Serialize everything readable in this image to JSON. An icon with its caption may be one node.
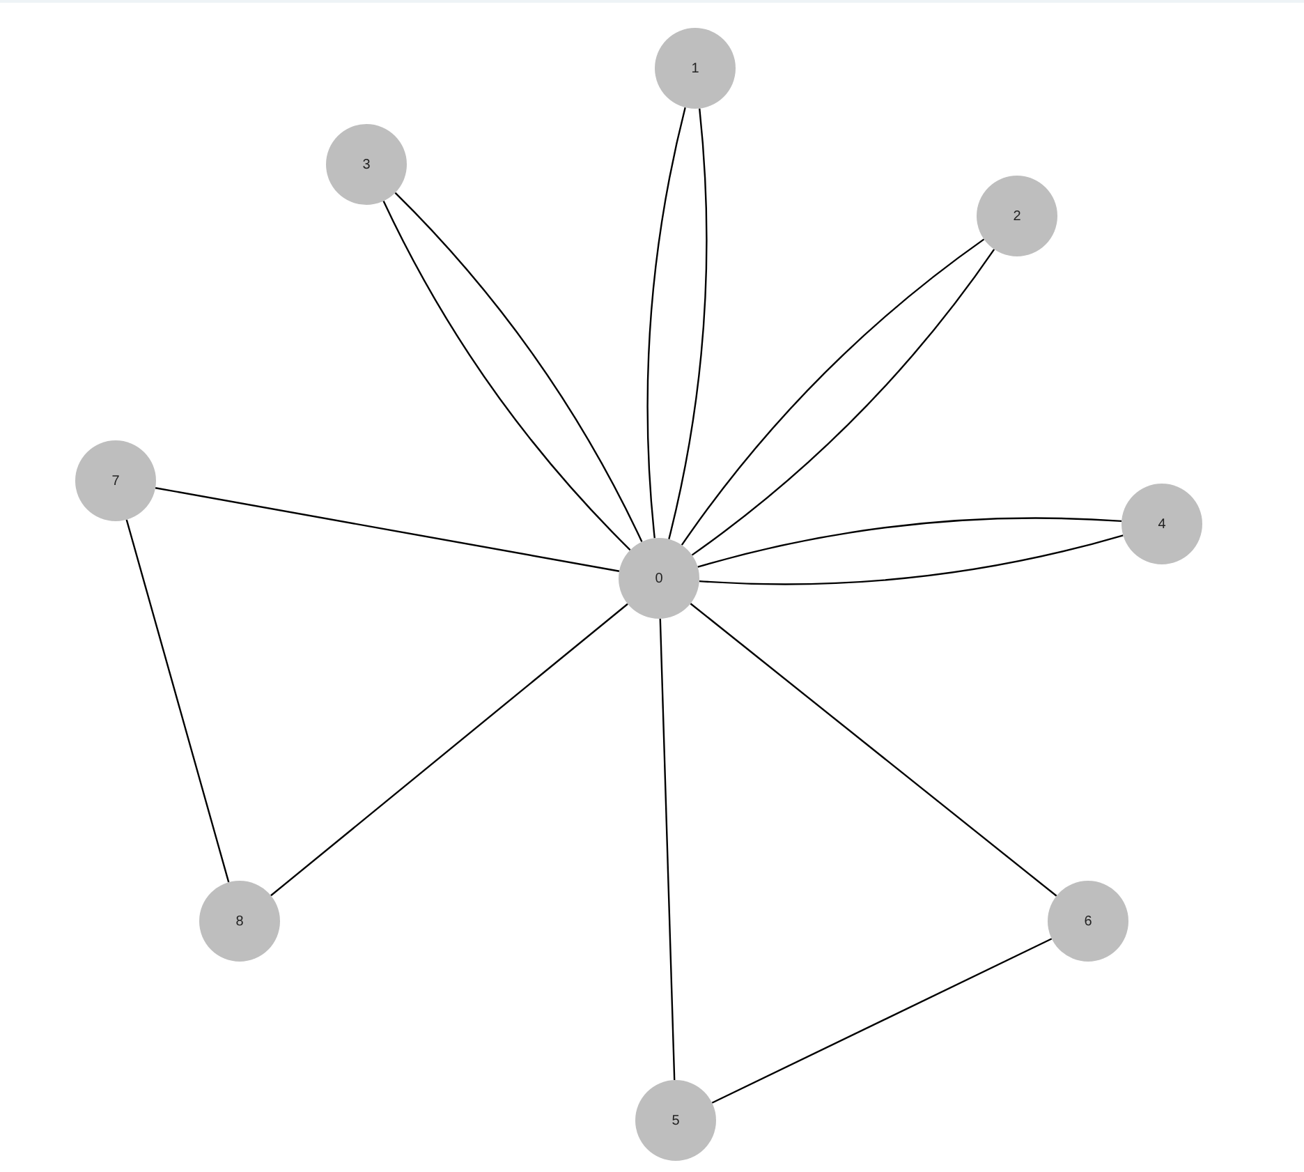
{
  "diagram": {
    "nodes": [
      {
        "text": [
          "0"
        ]
      },
      {
        "text": [
          "1"
        ]
      },
      {
        "text": [
          "2"
        ]
      },
      {
        "text": [
          "3"
        ]
      },
      {
        "text": [
          "4"
        ]
      },
      {
        "text": [
          "5"
        ]
      },
      {
        "text": [
          "6"
        ]
      },
      {
        "text": [
          "7"
        ]
      },
      {
        "text": [
          "8"
        ]
      }
    ],
    "edges": [
      {
        "from": 0,
        "to": 1,
        "arrow": "none"
      },
      {
        "from": 1,
        "to": 0,
        "arrow": "none"
      },
      {
        "from": 0,
        "to": 2,
        "arrow": "none"
      },
      {
        "from": 2,
        "to": 0,
        "arrow": "none"
      },
      {
        "from": 0,
        "to": 3,
        "arrow": "none"
      },
      {
        "from": 3,
        "to": 0,
        "arrow": "none"
      },
      {
        "from": 0,
        "to": 4,
        "arrow": "none"
      },
      {
        "from": 4,
        "to": 0,
        "arrow": "none"
      },
      {
        "from": 0,
        "to": 5,
        "arrow": "none"
      },
      {
        "from": 0,
        "to": 6,
        "arrow": "none"
      },
      {
        "from": 0,
        "to": 7,
        "arrow": "none"
      },
      {
        "from": 0,
        "to": 8,
        "arrow": "none"
      },
      {
        "from": 7,
        "to": 8,
        "arrow": "none"
      },
      {
        "from": 5,
        "to": 6,
        "arrow": "none"
      }
    ]
  }
}
